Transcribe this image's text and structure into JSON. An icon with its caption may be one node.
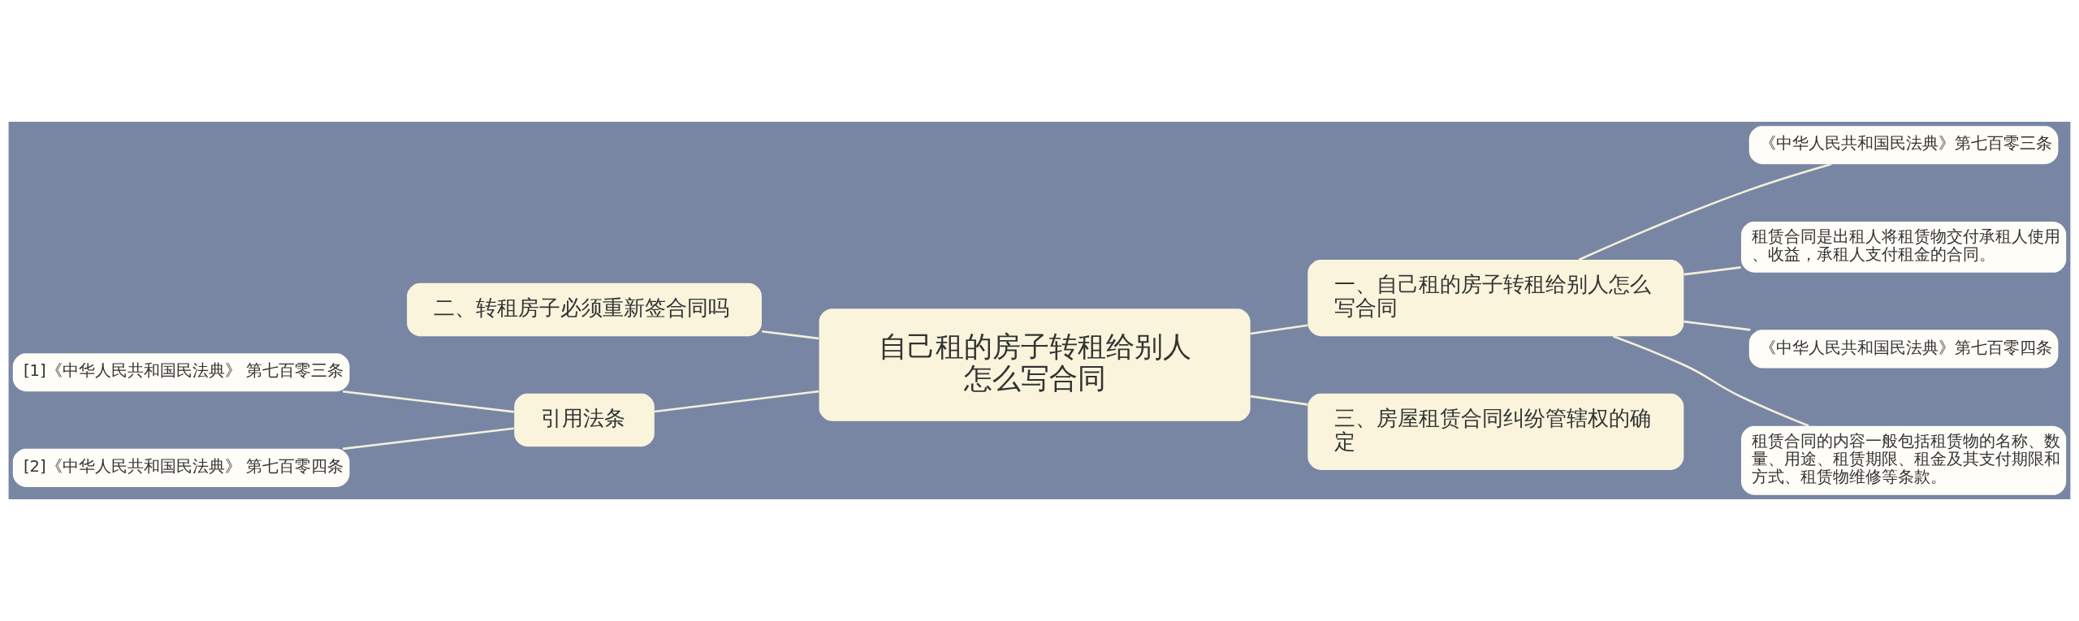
{
  "diagram": {
    "nodes": [
      {
        "text": [
          "自己租的房子转租给别人怎么写合同"
        ]
      },
      {
        "text": [
          "一、自己租的房子转租给别人怎么写合同"
        ]
      },
      {
        "text": [
          "《中华人民共和国民法典》第七百零三条"
        ]
      },
      {
        "text": [
          "租赁合同是出租人将租赁物交付承租人使用、收益，承租人支付租金的合同。"
        ]
      },
      {
        "text": [
          "《中华人民共和国民法典》第七百零四条"
        ]
      },
      {
        "text": [
          "租赁合同的内容一般包括租赁物的名称、数量、用途、租赁期限、租金及其支付期限和方式、租赁物维修等条款。"
        ]
      },
      {
        "text": [
          "二、转租房子必须重新签合同吗"
        ]
      },
      {
        "text": [
          "引用法条"
        ]
      },
      {
        "text": [
          "[1]《中华人民共和国民法典》 第七百零三条"
        ]
      },
      {
        "text": [
          "[2]《中华人民共和国民法典》 第七百零四条"
        ]
      },
      {
        "text": [
          "三、房屋租赁合同纠纷管辖权的确定"
        ]
      }
    ],
    "edges": [
      {
        "from": 0,
        "to": 1,
        "arrow": "none"
      },
      {
        "from": 1,
        "to": 2,
        "arrow": "none"
      },
      {
        "from": 1,
        "to": 3,
        "arrow": "none"
      },
      {
        "from": 1,
        "to": 4,
        "arrow": "none"
      },
      {
        "from": 1,
        "to": 5,
        "arrow": "none"
      },
      {
        "from": 6,
        "to": 0,
        "arrow": "none"
      },
      {
        "from": 7,
        "to": 0,
        "arrow": "none"
      },
      {
        "from": 8,
        "to": 7,
        "arrow": "none"
      },
      {
        "from": 9,
        "to": 7,
        "arrow": "none"
      },
      {
        "from": 0,
        "to": 10,
        "arrow": "none"
      }
    ]
  }
}
